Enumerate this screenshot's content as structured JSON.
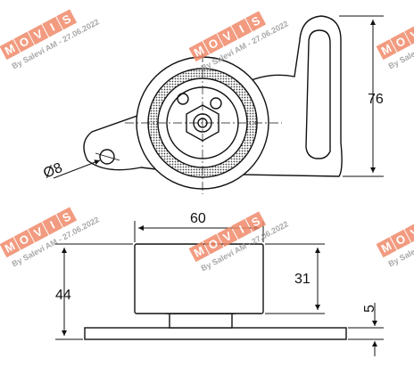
{
  "dimensions": {
    "height_76": "76",
    "hole_d8": "Ø8",
    "width_60": "60",
    "height_31": "31",
    "height_44": "44",
    "thickness_5": "5"
  },
  "watermark": {
    "letters": [
      "M",
      "O",
      "V",
      "I",
      "S"
    ],
    "caption": "By Saleví AM - 27.06.2022",
    "badge_color": "#f08a6a",
    "letter_color": "#ffffff"
  },
  "colors": {
    "line": "#111111",
    "background": "#ffffff"
  }
}
